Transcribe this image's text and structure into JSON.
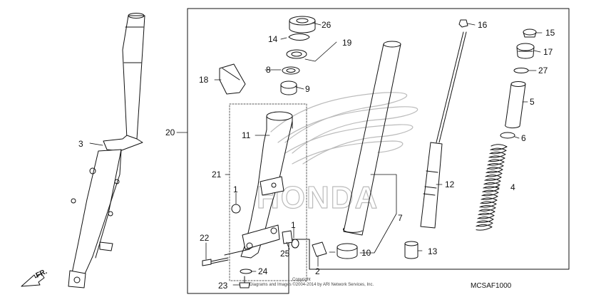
{
  "callouts": {
    "n1a": "1",
    "n1b": "1",
    "n2": "2",
    "n3": "3",
    "n4": "4",
    "n5": "5",
    "n6": "6",
    "n7": "7",
    "n8": "8",
    "n9": "9",
    "n10": "10",
    "n11": "11",
    "n12": "12",
    "n13": "13",
    "n14": "14",
    "n15": "15",
    "n16": "16",
    "n17": "17",
    "n18": "18",
    "n19": "19",
    "n20": "20",
    "n21": "21",
    "n22": "22",
    "n23": "23",
    "n24": "24",
    "n25": "25",
    "n26": "26",
    "n27": "27"
  },
  "diagram_code": "MCSAF1000",
  "direction_label": "FR.",
  "copyright": {
    "line1": "Copyright",
    "line2": "Diagrams and Images ©2004-2014 by ARI Network Services, Inc."
  },
  "watermark": "HONDA",
  "colors": {
    "ink": "#111111",
    "watermark": "#bbbbbb",
    "background": "#ffffff"
  }
}
